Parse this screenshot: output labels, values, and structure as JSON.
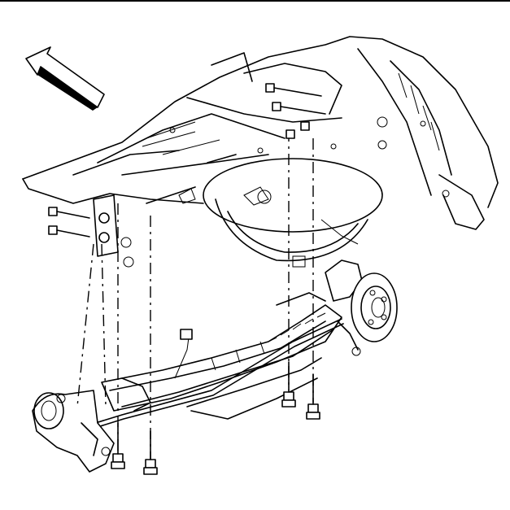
{
  "diagram": {
    "subject": "rear-axle-assembly-installation",
    "components": [
      "front-direction-arrow",
      "underbody-floor-pan",
      "spare-tire-well",
      "rear-axle-beam",
      "left-brake-backing-plate",
      "right-wheel-hub",
      "trailing-arm-bracket",
      "mounting-bolts"
    ],
    "accent": "#000000"
  }
}
